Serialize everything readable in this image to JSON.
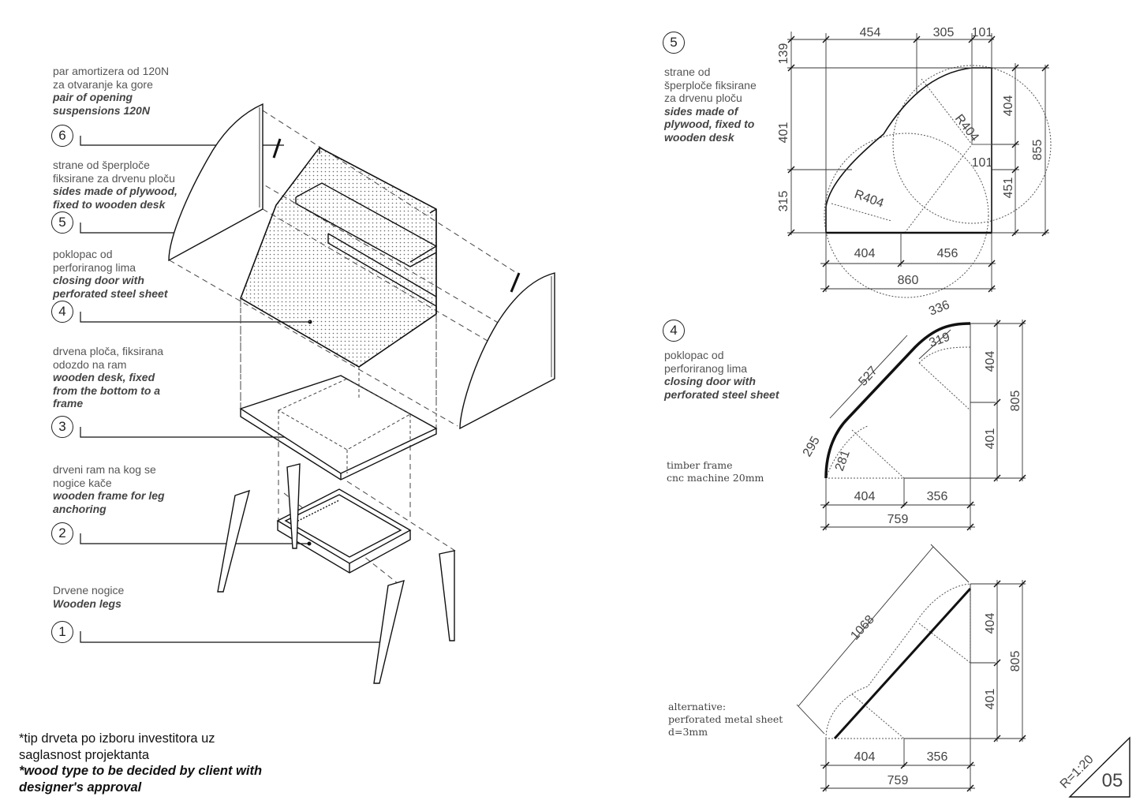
{
  "legend": [
    {
      "num": "6",
      "sr": [
        "par amortizera od 120N",
        "za otvaranje ka gore"
      ],
      "en": [
        "pair of opening",
        "suspensions 120N"
      ]
    },
    {
      "num": "5",
      "sr": [
        "strane od šperploče",
        "fiksirane za drvenu ploču"
      ],
      "en": [
        "sides made of plywood,",
        "fixed to wooden desk"
      ]
    },
    {
      "num": "4",
      "sr": [
        "poklopac od",
        "perforiranog lima"
      ],
      "en": [
        "closing door with",
        "perforated steel sheet"
      ]
    },
    {
      "num": "3",
      "sr": [
        "drvena ploča, fiksirana",
        "odozdo na ram"
      ],
      "en": [
        "wooden desk, fixed",
        "from the bottom to a",
        "frame"
      ]
    },
    {
      "num": "2",
      "sr": [
        "drveni ram na kog se",
        "nogice kače"
      ],
      "en": [
        "wooden frame for leg",
        "anchoring"
      ]
    },
    {
      "num": "1",
      "sr": [
        "Drvene nogice"
      ],
      "en": [
        "Wooden legs"
      ]
    }
  ],
  "note": {
    "sr": [
      "*tip drveta po izboru investitora uz",
      "saglasnost projektanta"
    ],
    "en": [
      "*wood type to be decided by client with",
      "designer's approval"
    ]
  },
  "detail5": {
    "num": "5",
    "sr": [
      "strane od",
      "šperploče fiksirane",
      "za drvenu ploču"
    ],
    "en": [
      "sides made of",
      "plywood, fixed to",
      "wooden desk"
    ],
    "dims": {
      "top_a": "454",
      "top_b": "305",
      "top_c": "101",
      "left_a": "139",
      "left_b": "401",
      "left_c": "315",
      "right_a": "404",
      "right_b": "101",
      "right_c": "451",
      "right_total": "855",
      "bottom_a": "404",
      "bottom_b": "456",
      "bottom_total": "860",
      "radius_a": "R404",
      "radius_b": "R404"
    }
  },
  "detail4": {
    "num": "4",
    "sr": [
      "poklopac od",
      "perforiranog lima"
    ],
    "en": [
      "closing door with",
      "perforated steel sheet"
    ],
    "frame_note": [
      "timber frame",
      "cnc machine 20mm"
    ],
    "dims": {
      "arc_top_outer": "336",
      "arc_top_inner": "319",
      "straight": "527",
      "arc_bot_outer": "295",
      "arc_bot_inner": "281",
      "right_a": "404",
      "right_b": "401",
      "right_total": "805",
      "bottom_a": "404",
      "bottom_b": "356",
      "bottom_total": "759"
    }
  },
  "alternative": {
    "note": [
      "alternative:",
      "perforated metal sheet",
      "d=3mm"
    ],
    "dims": {
      "diagonal": "1068",
      "right_a": "404",
      "right_b": "401",
      "right_total": "805",
      "bottom_a": "404",
      "bottom_b": "356",
      "bottom_total": "759"
    }
  },
  "title_block": {
    "scale": "R=1:20",
    "sheet": "05"
  }
}
